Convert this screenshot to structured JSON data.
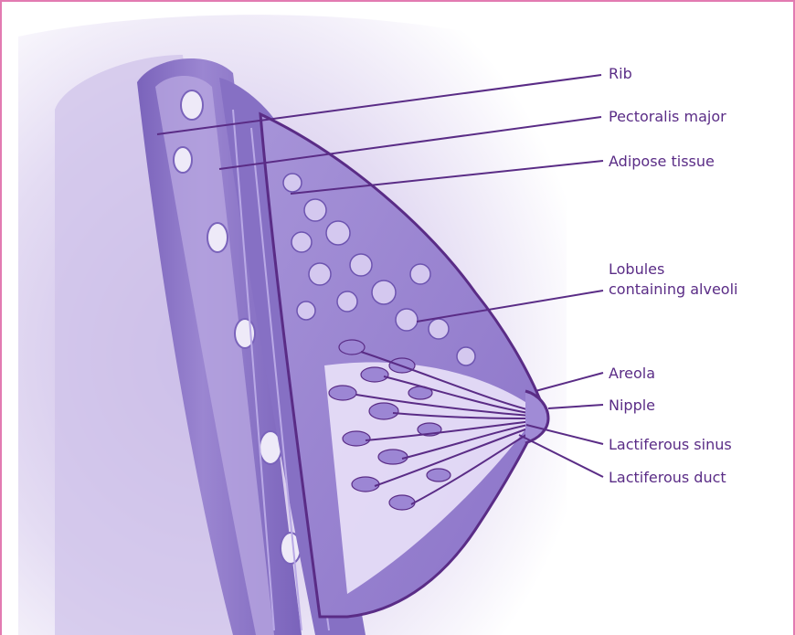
{
  "colors": {
    "frame": "#e27ab1",
    "leader_lines": "#5a2c86",
    "label_text": "#5a2c86",
    "tissue_light": "#d9ccef",
    "tissue_mid": "#9b84cf",
    "tissue_dark": "#6d54b0"
  },
  "labels": {
    "rib": "Rib",
    "pectoralis_major": "Pectoralis major",
    "adipose_tissue": "Adipose tissue",
    "lobules": "Lobules containing alveoli",
    "areola": "Areola",
    "nipple": "Nipple",
    "lactiferous_sinus": "Lactiferous sinus",
    "lactiferous_duct": "Lactiferous duct"
  }
}
